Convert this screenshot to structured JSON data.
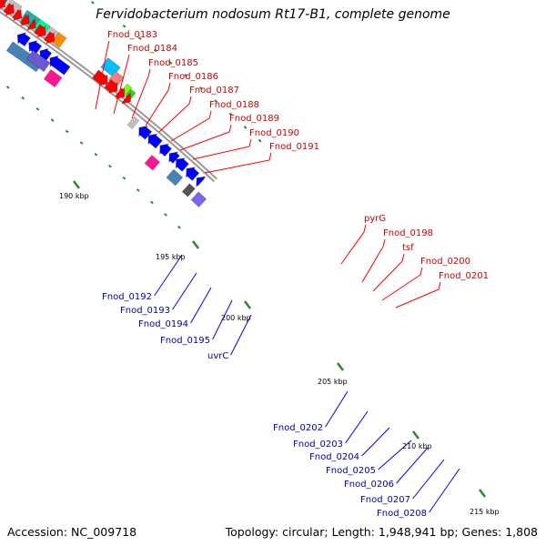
{
  "title": "Fervidobacterium nodosum Rt17-B1, complete genome",
  "footer": {
    "accession": "Accession: NC_009718",
    "summary": "Topology: circular; Length: 1,948,941 bp; Genes: 1,808"
  },
  "colors": {
    "forward_gene": "#ff0000",
    "reverse_gene": "#0000ff",
    "forward_label": "#cc0000",
    "reverse_label": "#0000aa",
    "backbone": "#999999",
    "tick": "#2a8a2a"
  },
  "kbp_labels": [
    "190 kbp",
    "195 kbp",
    "200 kbp",
    "205 kbp",
    "210 kbp",
    "215 kbp"
  ],
  "forward_labels": [
    "Fnod_0183",
    "Fnod_0184",
    "Fnod_0185",
    "Fnod_0186",
    "Fnod_0187",
    "Fnod_0188",
    "Fnod_0189",
    "Fnod_0190",
    "Fnod_0191",
    "pyrG",
    "Fnod_0198",
    "tsf",
    "Fnod_0200",
    "Fnod_0201"
  ],
  "reverse_labels": [
    "Fnod_0192",
    "Fnod_0193",
    "Fnod_0194",
    "Fnod_0195",
    "uvrC",
    "Fnod_0202",
    "Fnod_0203",
    "Fnod_0204",
    "Fnod_0205",
    "Fnod_0206",
    "Fnod_0207",
    "Fnod_0208"
  ]
}
